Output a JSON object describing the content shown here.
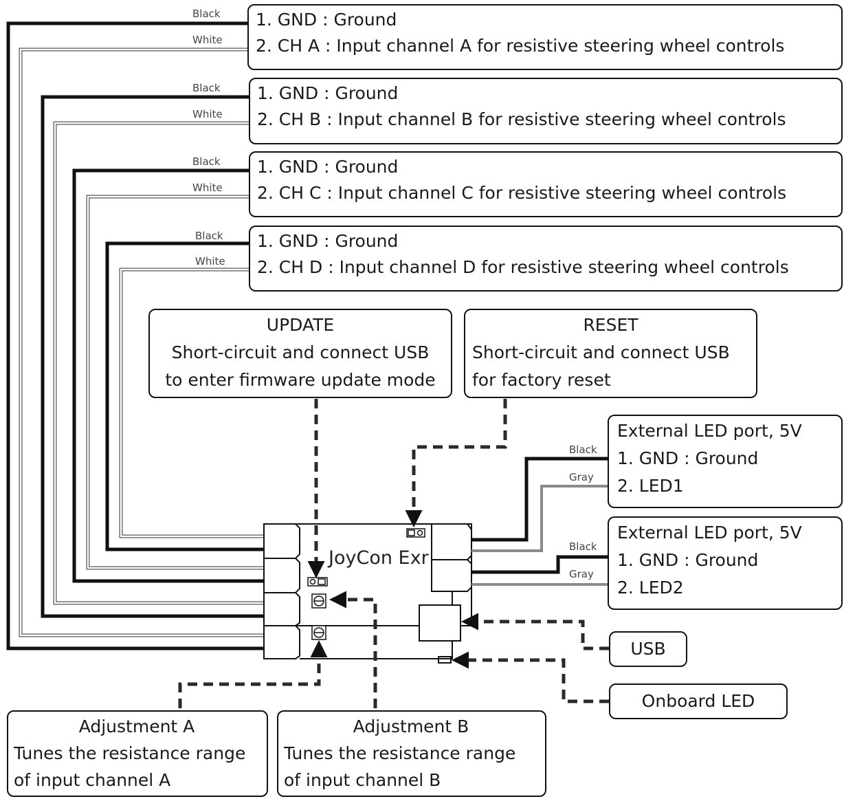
{
  "channels": [
    {
      "line1": "1. GND : Ground",
      "line2": "2. CH A : Input channel A for resistive steering wheel controls",
      "wire1": "Black",
      "wire2": "White"
    },
    {
      "line1": "1. GND : Ground",
      "line2": "2. CH B : Input channel B for resistive steering wheel controls",
      "wire1": "Black",
      "wire2": "White"
    },
    {
      "line1": "1. GND : Ground",
      "line2": "2. CH C : Input channel C for resistive steering wheel controls",
      "wire1": "Black",
      "wire2": "White"
    },
    {
      "line1": "1. GND : Ground",
      "line2": "2. CH D : Input channel D for resistive steering wheel controls",
      "wire1": "Black",
      "wire2": "White"
    }
  ],
  "update": {
    "title": "UPDATE",
    "line1": "Short-circuit and connect USB",
    "line2": "to enter firmware update mode"
  },
  "reset": {
    "title": "RESET",
    "line1": "Short-circuit and connect USB",
    "line2": "for factory reset"
  },
  "led_ports": [
    {
      "title": "External LED port, 5V",
      "line1": "1. GND : Ground",
      "line2": "2. LED1",
      "wire1": "Black",
      "wire2": "Gray"
    },
    {
      "title": "External LED port, 5V",
      "line1": "1. GND : Ground",
      "line2": "2. LED2",
      "wire1": "Black",
      "wire2": "Gray"
    }
  ],
  "board": {
    "label": "JoyCon Exr"
  },
  "usb": {
    "label": "USB"
  },
  "onboard_led": {
    "label": "Onboard LED"
  },
  "adjust_a": {
    "title": "Adjustment A",
    "line1": "Tunes the resistance range",
    "line2": "of input channel A"
  },
  "adjust_b": {
    "title": "Adjustment B",
    "line1": "Tunes the resistance range",
    "line2": "of input channel B"
  },
  "colors": {
    "black_wire": "#111111",
    "white_wire_outline": "#555555",
    "gray_wire": "#8a8a8a",
    "dashed_line": "#2a2a2a"
  }
}
